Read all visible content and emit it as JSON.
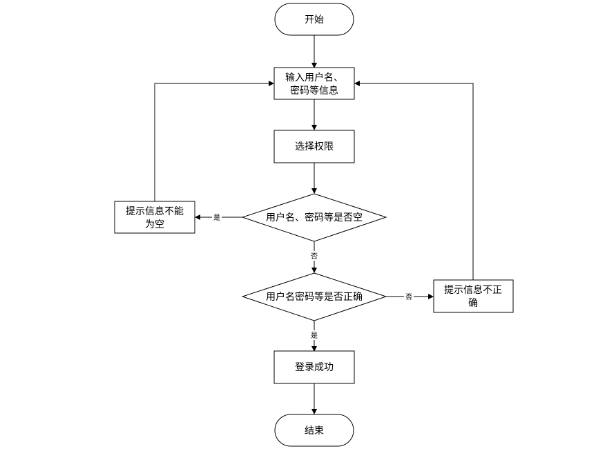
{
  "diagram": {
    "nodes": {
      "start": {
        "label": "开始",
        "shape": "terminal"
      },
      "input": {
        "label_lines": [
          "输入用户名、",
          "密码等信息"
        ],
        "shape": "process"
      },
      "select_permission": {
        "label": "选择权限",
        "shape": "process"
      },
      "check_empty": {
        "label": "用户名、密码等是否空",
        "shape": "decision"
      },
      "empty_prompt": {
        "label_lines": [
          "提示信息不能",
          "为空"
        ],
        "shape": "process"
      },
      "check_correct": {
        "label": "用户名密码等是否正确",
        "shape": "decision"
      },
      "incorrect_prompt": {
        "label_lines": [
          "提示信息不正",
          "确"
        ],
        "shape": "process"
      },
      "login_success": {
        "label": "登录成功",
        "shape": "process"
      },
      "end": {
        "label": "结束",
        "shape": "terminal"
      }
    },
    "edge_labels": {
      "empty_yes": "是",
      "empty_no": "否",
      "correct_yes": "是",
      "correct_no": "否"
    },
    "colors": {
      "stroke": "#000000",
      "fill": "#ffffff",
      "text": "#000000"
    }
  }
}
